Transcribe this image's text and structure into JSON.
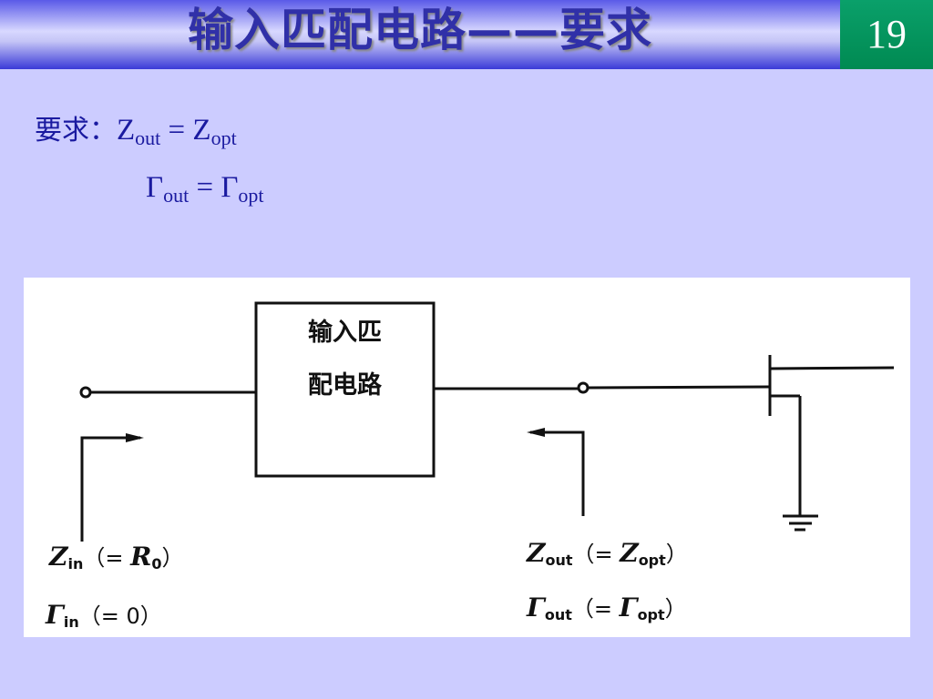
{
  "header": {
    "title": "输入匹配电路——要求",
    "page_number": "19"
  },
  "requirements": {
    "label": "要求：",
    "eq1": {
      "lhs": "Z",
      "lhs_sub": "out",
      "op": " = ",
      "rhs": "Z",
      "rhs_sub": "opt"
    },
    "eq2": {
      "lhs": "Γ",
      "lhs_sub": "out",
      "op": " = ",
      "rhs": "Γ",
      "rhs_sub": "opt"
    }
  },
  "diagram": {
    "box_line1": "输入匹",
    "box_line2": "配电路",
    "zin": {
      "sym": "Z",
      "sub": "in",
      "open": "（= ",
      "val": "R",
      "val_sub": "0",
      "close": "）"
    },
    "gin": {
      "sym": "Γ",
      "sub": "in",
      "open": "（= ",
      "val": "0",
      "close": "）"
    },
    "zout": {
      "sym": "Z",
      "sub": "out",
      "open": "（= ",
      "val": "Z",
      "val_sub": "opt",
      "close": "）"
    },
    "gout": {
      "sym": "Γ",
      "sub": "out",
      "open": "（= ",
      "val": "Γ",
      "val_sub": "opt",
      "close": "）"
    }
  },
  "colors": {
    "background": "#ccccff",
    "title_text": "#3030a8",
    "page_box": "#008a52",
    "body_text": "#1a1aa0"
  }
}
